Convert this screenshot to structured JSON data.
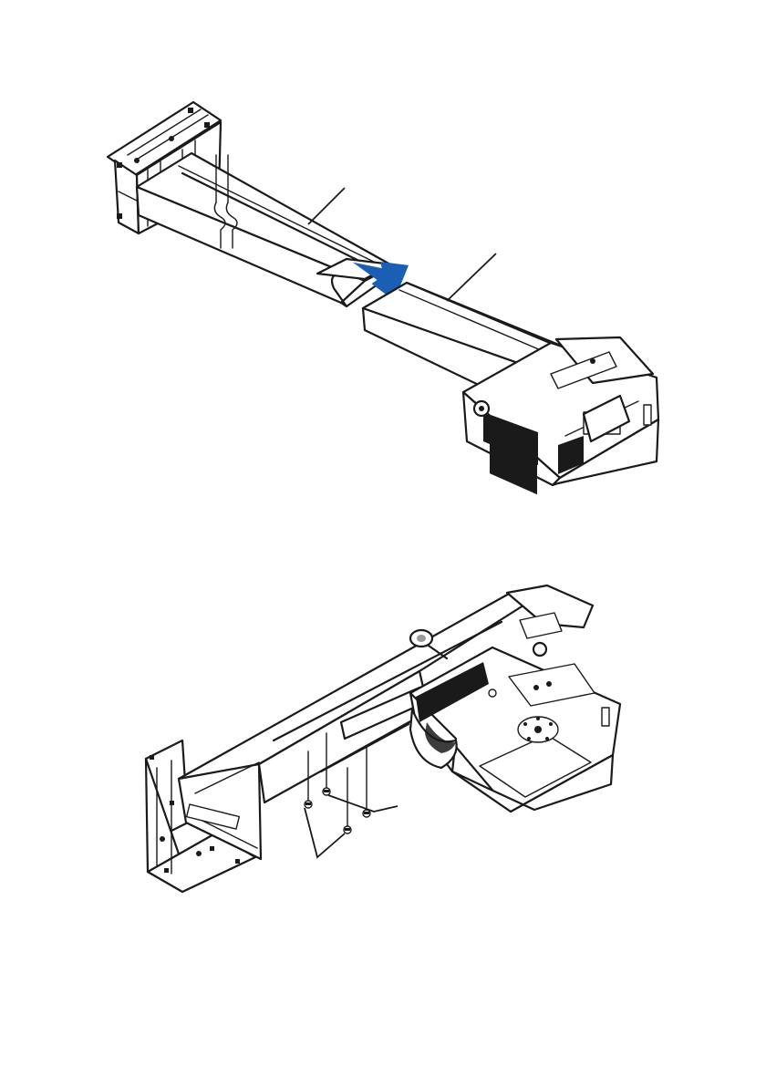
{
  "colors": {
    "line": "#1a1a1a",
    "background": "#ffffff",
    "arrow": "#1a5fb4"
  },
  "figures": [
    {
      "part_names": [
        "wall-plate",
        "inner-rail",
        "sliding-plate",
        "projector",
        "insertion-arrow"
      ],
      "callouts": [
        "inner-rail-callout",
        "sliding-plate-callout"
      ]
    },
    {
      "part_names": [
        "wall-plate",
        "arm",
        "projector",
        "adjust-knob",
        "screw"
      ],
      "callouts": [
        "screws-callout"
      ],
      "screw_count": 4
    }
  ]
}
